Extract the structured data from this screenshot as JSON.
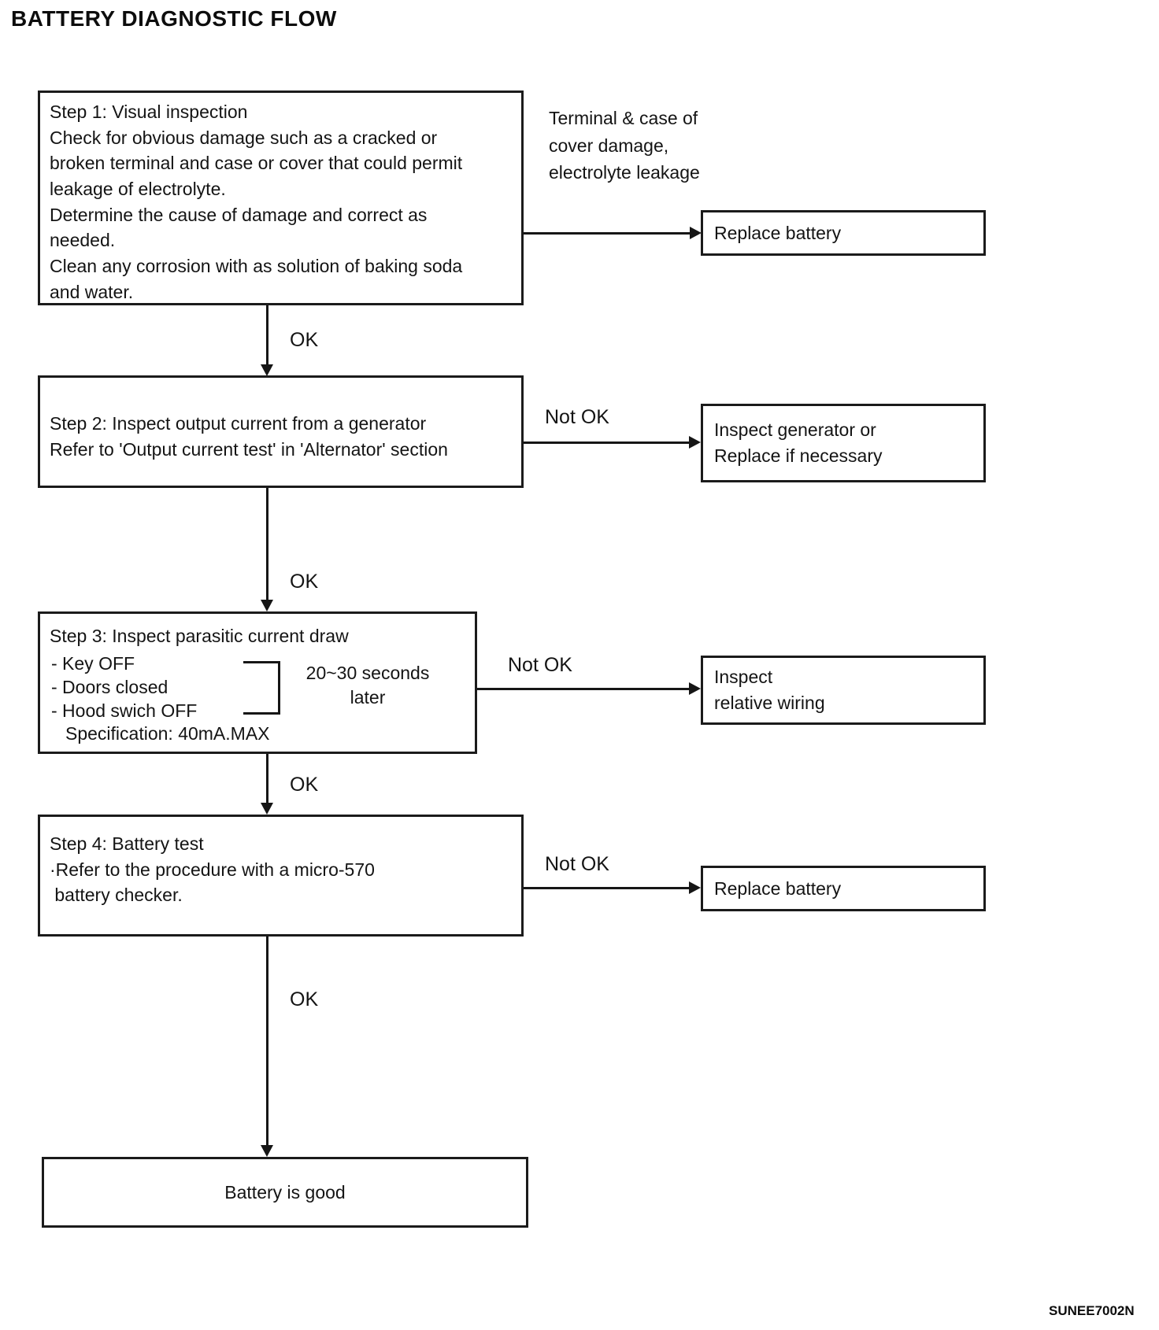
{
  "title": "BATTERY DIAGNOSTIC FLOW",
  "footer_code": "SUNEE7002N",
  "labels": {
    "ok": "OK",
    "not_ok": "Not OK"
  },
  "flow": {
    "step1": {
      "text": "Step 1: Visual inspection\nCheck for obvious damage such as a cracked or\nbroken terminal and case or cover that could permit\nleakage of electrolyte.\nDetermine the cause of damage and correct as\nneeded.\nClean any corrosion with as solution of baking soda\nand water."
    },
    "step1_branch_note": "Terminal & case of\ncover damage,\nelectrolyte leakage",
    "replace_battery_1": "Replace battery",
    "step2": {
      "text": "Step 2: Inspect output current from a generator\nRefer to 'Output current test' in 'Alternator' section"
    },
    "inspect_generator": "Inspect generator or\nReplace if necessary",
    "step3": {
      "title": "Step 3: Inspect parasitic current draw",
      "bullets": [
        "- Key OFF",
        "- Doors closed",
        "- Hood swich OFF"
      ],
      "timing": "20~30 seconds\nlater",
      "spec": "Specification: 40mA.MAX"
    },
    "inspect_wiring": "Inspect\nrelative wiring",
    "step4": {
      "text": "Step 4: Battery test\n·Refer to the procedure with a micro-570\n battery checker."
    },
    "replace_battery_2": "Replace battery",
    "battery_good": "Battery is good"
  }
}
